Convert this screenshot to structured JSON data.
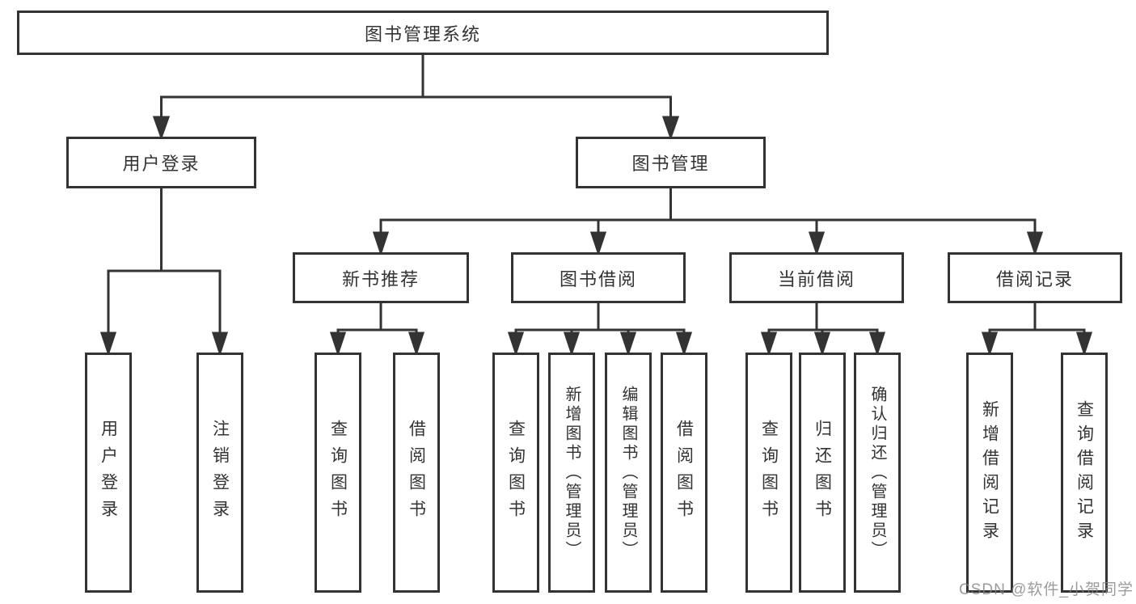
{
  "diagram": {
    "type": "tree-diagram",
    "root": {
      "label": "图书管理系统"
    },
    "level2": [
      {
        "label": "用户登录",
        "parent": "图书管理系统"
      },
      {
        "label": "图书管理",
        "parent": "图书管理系统"
      }
    ],
    "level3": [
      {
        "label": "新书推荐",
        "parent": "图书管理"
      },
      {
        "label": "图书借阅",
        "parent": "图书管理"
      },
      {
        "label": "当前借阅",
        "parent": "图书管理"
      },
      {
        "label": "借阅记录",
        "parent": "图书管理"
      }
    ],
    "leaves": [
      {
        "label": "用户登录",
        "parent": "用户登录"
      },
      {
        "label": "注销登录",
        "parent": "用户登录"
      },
      {
        "label": "查询图书",
        "parent": "新书推荐"
      },
      {
        "label": "借阅图书",
        "parent": "新书推荐"
      },
      {
        "label": "查询图书",
        "parent": "图书借阅"
      },
      {
        "label": "新增图书（管理员）",
        "parent": "图书借阅"
      },
      {
        "label": "编辑图书（管理员）",
        "parent": "图书借阅"
      },
      {
        "label": "借阅图书",
        "parent": "图书借阅"
      },
      {
        "label": "查询图书",
        "parent": "当前借阅"
      },
      {
        "label": "归还图书",
        "parent": "当前借阅"
      },
      {
        "label": "确认归还（管理员）",
        "parent": "当前借阅"
      },
      {
        "label": "新增借阅记录",
        "parent": "借阅记录"
      },
      {
        "label": "查询借阅记录",
        "parent": "借阅记录"
      }
    ],
    "watermark": "CSDN @软件_小贺同学",
    "colors": {
      "line": "#333333",
      "text": "#333333",
      "background": "#ffffff",
      "watermark": "#828282"
    }
  }
}
